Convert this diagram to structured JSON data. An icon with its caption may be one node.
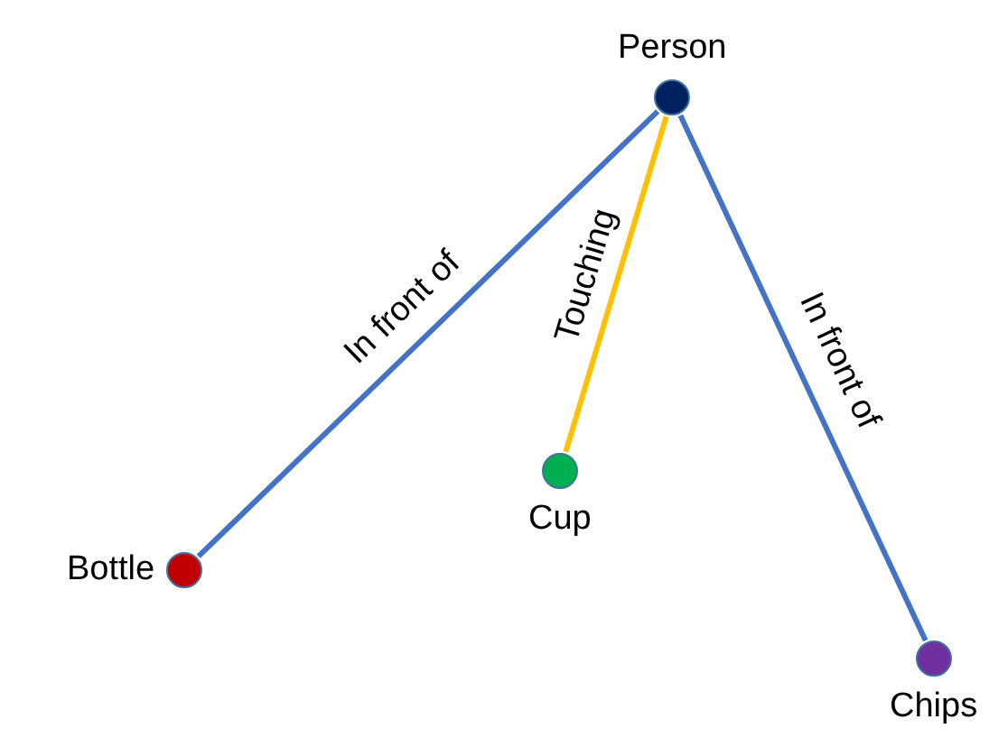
{
  "diagram": {
    "nodes": [
      {
        "text": [
          "Person"
        ]
      },
      {
        "text": [
          "Bottle"
        ]
      },
      {
        "text": [
          "Cup"
        ]
      },
      {
        "text": [
          "Chips"
        ]
      }
    ],
    "edges": [
      {
        "from": 0,
        "to": 1,
        "arrow": "none",
        "label": "In front of"
      },
      {
        "from": 0,
        "to": 2,
        "arrow": "none",
        "label": "Touching",
        "color": "#ffc000"
      },
      {
        "from": 0,
        "to": 3,
        "arrow": "none",
        "label": "In front of"
      }
    ]
  }
}
